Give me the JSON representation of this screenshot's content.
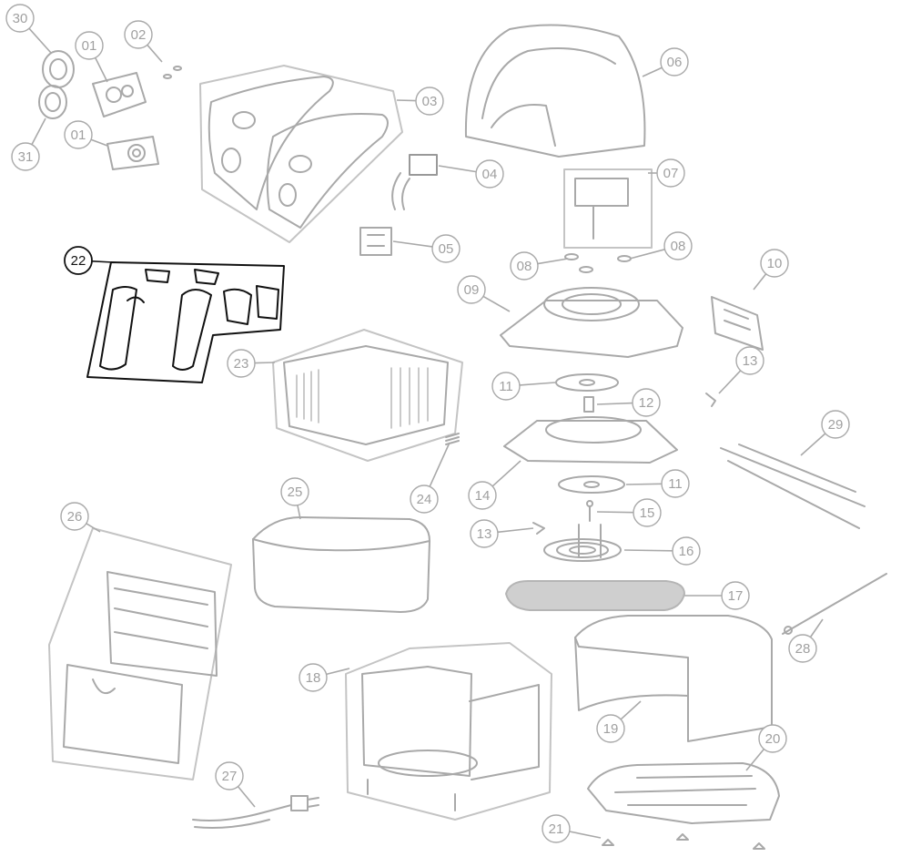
{
  "colors": {
    "background": "#ffffff",
    "line": "#a9a9a9",
    "line_light": "#c4c4c4",
    "shade": "#cfcfcf",
    "highlight": "#111111"
  },
  "highlighted_part": "22",
  "parts": [
    {
      "id": "p01a",
      "label": "01"
    },
    {
      "id": "p01b",
      "label": "01"
    },
    {
      "id": "p02",
      "label": "02"
    },
    {
      "id": "p03",
      "label": "03"
    },
    {
      "id": "p04",
      "label": "04"
    },
    {
      "id": "p05",
      "label": "05"
    },
    {
      "id": "p06",
      "label": "06"
    },
    {
      "id": "p07",
      "label": "07"
    },
    {
      "id": "p08a",
      "label": "08"
    },
    {
      "id": "p08b",
      "label": "08"
    },
    {
      "id": "p09",
      "label": "09"
    },
    {
      "id": "p10",
      "label": "10"
    },
    {
      "id": "p11a",
      "label": "11"
    },
    {
      "id": "p11b",
      "label": "11"
    },
    {
      "id": "p12",
      "label": "12"
    },
    {
      "id": "p13a",
      "label": "13"
    },
    {
      "id": "p13b",
      "label": "13"
    },
    {
      "id": "p14",
      "label": "14"
    },
    {
      "id": "p15",
      "label": "15"
    },
    {
      "id": "p16",
      "label": "16"
    },
    {
      "id": "p17",
      "label": "17"
    },
    {
      "id": "p18",
      "label": "18"
    },
    {
      "id": "p19",
      "label": "19"
    },
    {
      "id": "p20",
      "label": "20"
    },
    {
      "id": "p21",
      "label": "21"
    },
    {
      "id": "p22",
      "label": "22"
    },
    {
      "id": "p23",
      "label": "23"
    },
    {
      "id": "p24",
      "label": "24"
    },
    {
      "id": "p25",
      "label": "25"
    },
    {
      "id": "p26",
      "label": "26"
    },
    {
      "id": "p27",
      "label": "27"
    },
    {
      "id": "p28",
      "label": "28"
    },
    {
      "id": "p29",
      "label": "29"
    },
    {
      "id": "p30",
      "label": "30"
    },
    {
      "id": "p31",
      "label": "31"
    }
  ]
}
